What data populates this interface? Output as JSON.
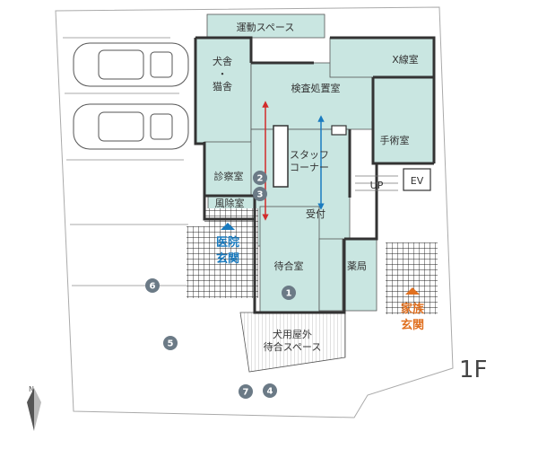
{
  "rooms": {
    "exercise_space": "運動スペース",
    "kennel_1": "犬舎",
    "kennel_2": "猫舎",
    "kennel_sep": "・",
    "exam_treatment": "検査処置室",
    "xray": "X線室",
    "surgery": "手術室",
    "staff_corner_1": "スタッフ",
    "staff_corner_2": "コーナー",
    "consultation": "診察室",
    "isolation": "風除室",
    "reception": "受付",
    "waiting": "待合室",
    "pharmacy": "薬局",
    "outdoor_waiting_1": "犬用屋外",
    "outdoor_waiting_2": "待合スペース",
    "up": "UP",
    "ev": "EV"
  },
  "entrances": {
    "clinic_1": "医院",
    "clinic_2": "玄関",
    "family_1": "家族",
    "family_2": "玄関"
  },
  "floor_label": "1F",
  "compass_label": "N",
  "markers": [
    "1",
    "2",
    "3",
    "4",
    "5",
    "6",
    "7"
  ],
  "colors": {
    "room_fill": "#c9e6e1",
    "marker_fill": "#6b7a86",
    "clinic_accent": "#1a7bbf",
    "family_accent": "#e07020",
    "arrow_red": "#d22b2b",
    "arrow_blue": "#1a7bbf"
  }
}
